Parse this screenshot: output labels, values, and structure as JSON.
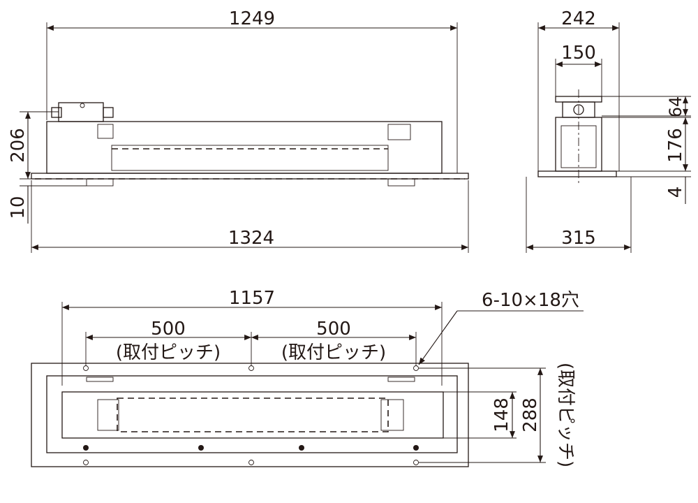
{
  "front_view": {
    "top_width": "1249",
    "bottom_width": "1324",
    "height": "206",
    "flange": "10"
  },
  "side_view": {
    "top_width": "242",
    "inner_width": "150",
    "h_upper": "64",
    "h_mid": "176",
    "h_low": "4",
    "bottom_width": "315"
  },
  "plan_view": {
    "overall": "1157",
    "pitch_left": "500",
    "pitch_left_note": "(取付ピッチ)",
    "pitch_right": "500",
    "pitch_right_note": "(取付ピッチ)",
    "hole_spec": "6-10×18穴",
    "inner_height": "148",
    "outer_height": "288",
    "outer_height_note": "(取付ピッチ)"
  }
}
